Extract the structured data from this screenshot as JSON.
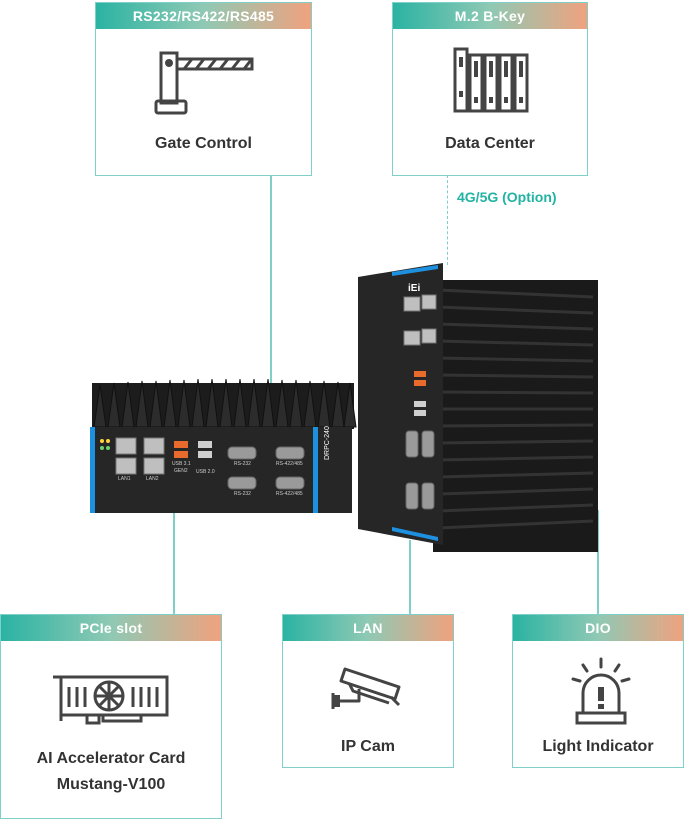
{
  "cards": {
    "rs232": {
      "header": "RS232/RS422/RS485",
      "label": "Gate Control"
    },
    "m2": {
      "header": "M.2 B-Key",
      "label": "Data Center"
    },
    "pcie": {
      "header": "PCIe slot",
      "label_line1": "AI Accelerator Card",
      "label_line2": "Mustang-V100"
    },
    "lan": {
      "header": "LAN",
      "label": "IP Cam"
    },
    "dio": {
      "header": "DIO",
      "label": "Light Indicator"
    }
  },
  "option_tag": "4G/5G (Option)",
  "device_labels": {
    "brand": "iEi",
    "model": "DRPC-240",
    "lan1": "LAN1",
    "lan2": "LAN2",
    "usb31": "USB 3.1",
    "usb20": "USB 2.0",
    "rs232a": "RS-232",
    "rs232b": "RS-232",
    "rs422a": "RS-422/485",
    "rs422b": "RS-422/485",
    "gen2": "GEN2"
  },
  "colors": {
    "accent": "#2bb3a3",
    "gradient_end": "#f0a27f",
    "border": "#7fd0c8",
    "device_blue": "#1e90e0"
  },
  "icons": [
    "barrier-gate-icon",
    "server-rack-icon",
    "gpu-card-icon",
    "security-camera-icon",
    "warning-light-icon"
  ]
}
